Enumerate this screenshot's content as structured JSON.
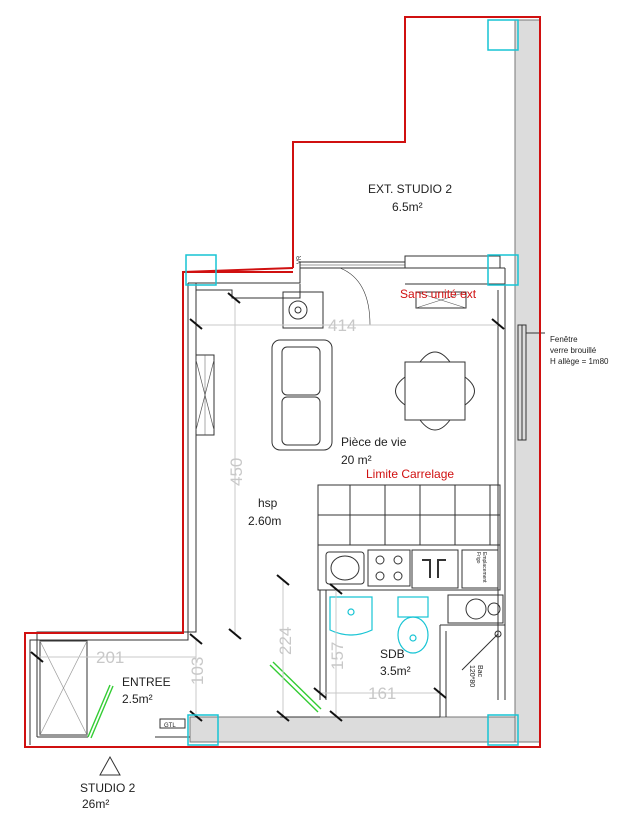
{
  "plan": {
    "ext_studio": {
      "name": "EXT. STUDIO 2",
      "area": "6.5m²"
    },
    "sans_unite_ext": "Sans unité ext",
    "window_note": {
      "line1": "Fenêtre",
      "line2": "verre brouillé",
      "line3": "H allège = 1m80"
    },
    "vr_label": "VR",
    "piece_de_vie": {
      "name": "Pièce de vie",
      "area": "20 m²"
    },
    "limite_carrelage": "Limite Carrelage",
    "hsp": {
      "label": "hsp",
      "value": "2.60m"
    },
    "sdb": {
      "name": "SDB",
      "area": "3.5m²"
    },
    "entree": {
      "name": "ENTREE",
      "area": "2.5m²"
    },
    "studio": {
      "name": "STUDIO 2",
      "area": "26m²"
    },
    "bac": {
      "line1": "Bac",
      "line2": "120*80"
    },
    "frigo": {
      "line1": "Emplacement",
      "line2": "Frigo"
    },
    "gtl": "GTL",
    "dims": {
      "d414": "414",
      "d450": "450",
      "d224": "224",
      "d201": "201",
      "d103": "103",
      "d157": "157",
      "d161": "161"
    }
  },
  "colors": {
    "outline": "#d01010",
    "column": "#17c4d4",
    "wall": "#dcdcdc",
    "line": "#333333",
    "door": "#33cc33",
    "dim": "#c8c8c8"
  }
}
